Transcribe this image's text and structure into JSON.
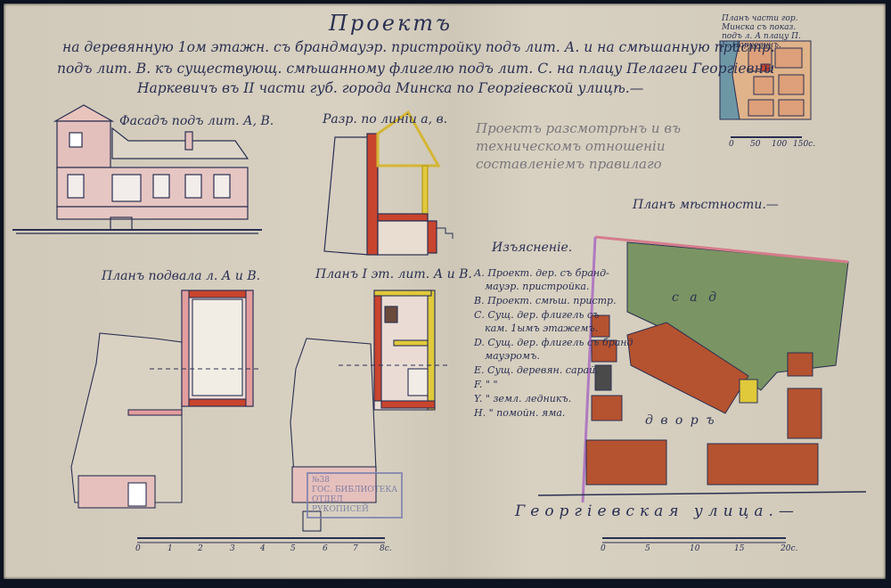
{
  "title": "Проектъ",
  "subtitle_lines": [
    "на деревянную 1ом этажн. съ брандмауэр. пристройку подъ лит. А. и на смѣшанную пристр.",
    "подъ лит. В. къ существующ. смѣшанному флигелю подъ лит. С. на плацу Пелагеи Георгiевны",
    "Наркевичъ въ II части губ. города Минска по Георгiевской улицѣ.—"
  ],
  "labels": {
    "facade": "Фасадъ подъ лит. А, В.",
    "section": "Разр. по линiи а, в.",
    "basement_plan": "Планъ подвала л. А и В.",
    "floor_plan": "Планъ I эт. лит. А и В.",
    "site_plan": "Планъ мѣстности.—",
    "locator": "Планъ части гор. Минска съ показ. подъ л. А плацу П. Г. Наркевичъ.",
    "approval": "Проектъ разсмотрѣнъ и въ техническомъ отношенiи составленiемъ правилаго",
    "street": "Георгiевская улица.—",
    "explanation_title": "Изъясненiе."
  },
  "explanation": [
    "А. Проект. дер. съ бранд-",
    "мауэр. пристройка.",
    "В. Проект. смѣш. пристр.",
    "С. Сущ. дер. флигель съ",
    "кам. 1ымъ этажемъ.",
    "D. Сущ. дер. флигель съ бранд",
    "мауэромъ.",
    "Е. Сущ. деревян. сарай.",
    "F.   \"     \"",
    "Y. \" земл. ледникъ.",
    "Н. \" помойн. яма."
  ],
  "site_letters": {
    "garden": "с  а  д",
    "yard": "д  в  о  р  ъ"
  },
  "scales": {
    "main": [
      "0",
      "1",
      "2",
      "3",
      "4",
      "5",
      "6",
      "7",
      "8с."
    ],
    "site": [
      "0",
      "5",
      "10",
      "15",
      "20с."
    ],
    "locator": [
      "0",
      "50",
      "100",
      "150с."
    ]
  },
  "stamp_lines": [
    "№38",
    "ГОС. БИБЛИОТЕКА",
    "ОТДЕЛ",
    "РУКОПИСЕЙ"
  ],
  "colors": {
    "ink": "#2a2f52",
    "brick": "#c9442d",
    "roof": "#b5522f",
    "garden": "#7a9463",
    "yellow": "#e0c93a",
    "pink": "#e0a8a8"
  }
}
